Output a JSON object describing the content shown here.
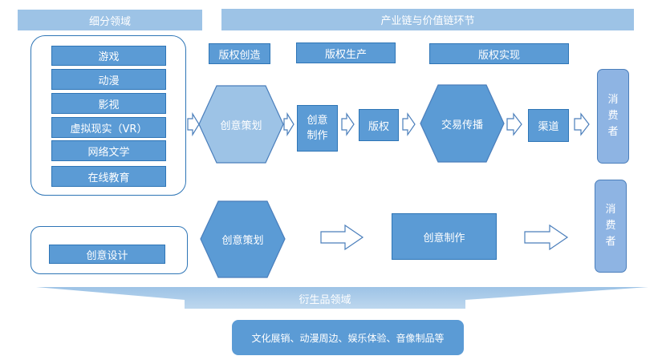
{
  "headers": {
    "segments": "细分领域",
    "chain": "产业链与价值链环节"
  },
  "stages": {
    "creation": "版权创造",
    "production": "版权生产",
    "realization": "版权实现"
  },
  "segments": [
    "游戏",
    "动漫",
    "影视",
    "虚拟现实（VR）",
    "网络文学",
    "在线教育"
  ],
  "row1": {
    "planning": "创意策划",
    "making": "创意\n制作",
    "copyright": "版权",
    "trade": "交易传播",
    "channel": "渠道",
    "consumer": "消费者"
  },
  "row2": {
    "design": "创意设计",
    "planning": "创意策划",
    "making": "创意制作",
    "consumer": "消费者"
  },
  "derivative": {
    "title": "衍生品领域",
    "items": "文化展销、动漫周边、娱乐体验、音像制品等"
  },
  "colors": {
    "box_fill": "#5b9bd5",
    "box_border": "#2e75b6",
    "header_fill": "#9dc3e6",
    "consumer_fill": "#8eb4e3",
    "arrow_fill": "#ffffff"
  }
}
